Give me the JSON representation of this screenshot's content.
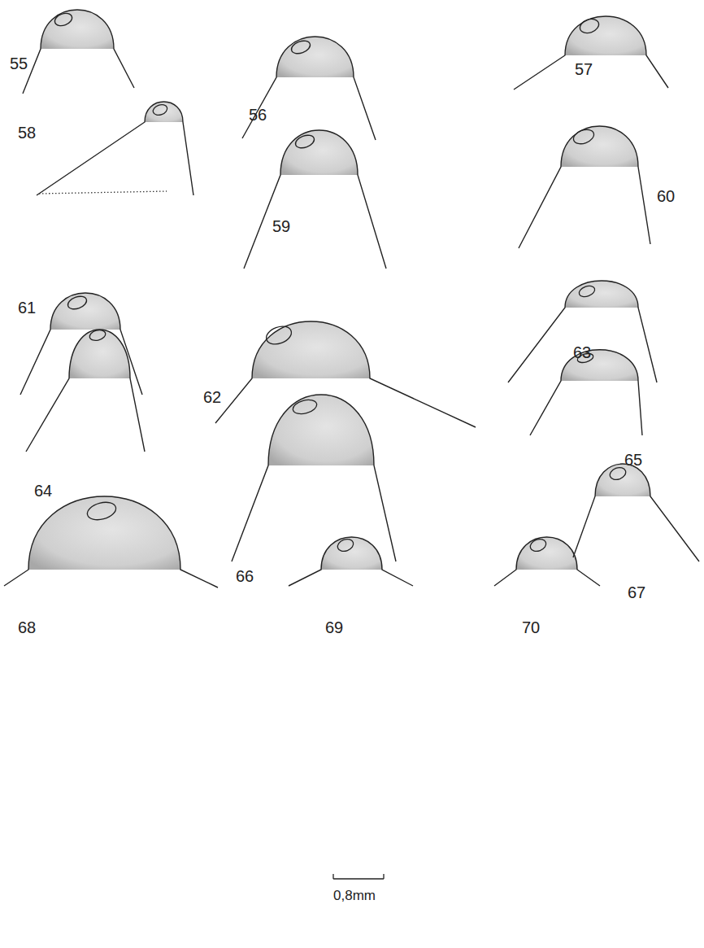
{
  "diagram": {
    "labels": [
      "55",
      "56",
      "57",
      "58",
      "59",
      "60",
      "61",
      "62",
      "63",
      "64",
      "65",
      "66",
      "67",
      "68",
      "69",
      "70",
      "0,8mm"
    ]
  }
}
